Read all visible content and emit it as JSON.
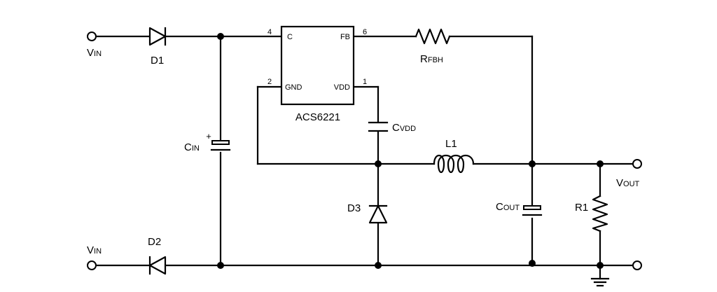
{
  "schematic": {
    "ic": {
      "part": "ACS6221",
      "pins": [
        {
          "num": "4",
          "name": "C"
        },
        {
          "num": "2",
          "name": "GND"
        },
        {
          "num": "6",
          "name": "FB"
        },
        {
          "num": "1",
          "name": "VDD"
        }
      ]
    },
    "terminals": {
      "vin_top": {
        "main": "V",
        "sub": "IN"
      },
      "vin_bottom": {
        "main": "V",
        "sub": "IN"
      },
      "vout": {
        "main": "V",
        "sub": "OUT"
      }
    },
    "components": {
      "d1": "D1",
      "d2": "D2",
      "d3": "D3",
      "l1": "L1",
      "r1": "R1",
      "rfbh": {
        "main": "R",
        "sub": "FBH"
      },
      "cin": {
        "main": "C",
        "sub": "IN"
      },
      "cvdd": {
        "main": "C",
        "sub": "VDD"
      },
      "cout": {
        "main": "C",
        "sub": "OUT"
      },
      "cin_polarity": "+"
    }
  }
}
